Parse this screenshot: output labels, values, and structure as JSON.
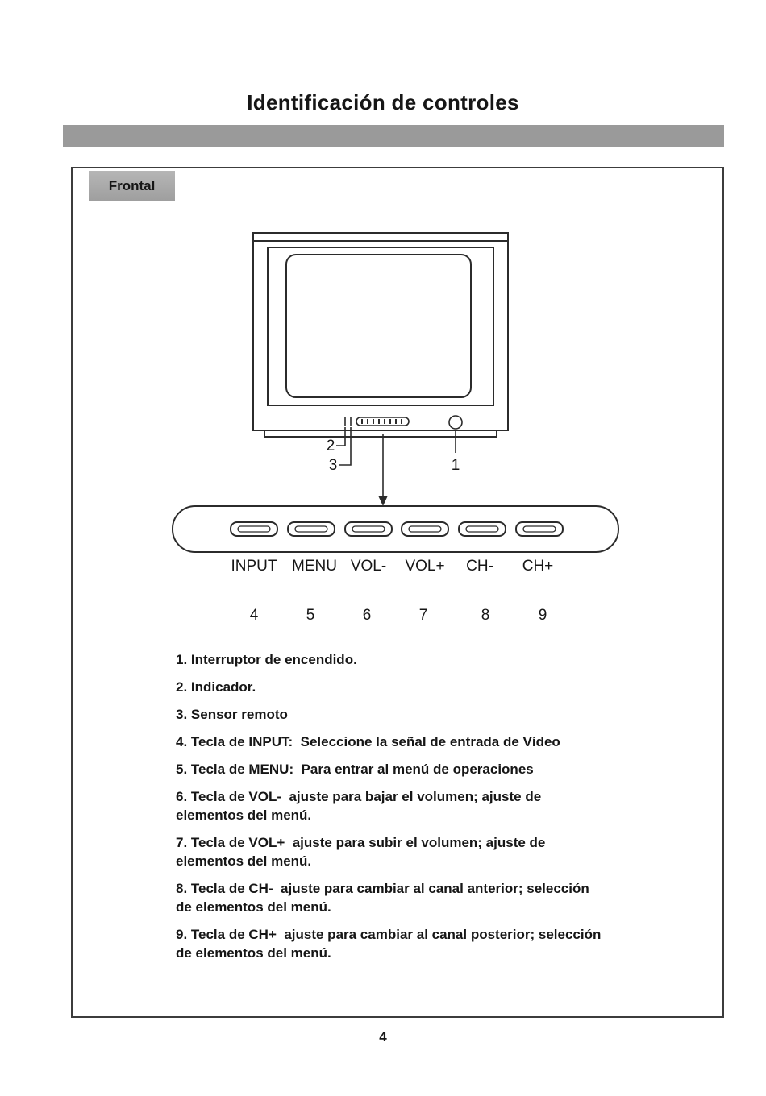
{
  "page": {
    "title": "Identificación de controles",
    "section_label": "Frontal",
    "page_number": "4"
  },
  "colors": {
    "divider_bar_gray": "#9a9a9a",
    "section_label_gray": "#aaaaaa",
    "line_color": "#2b2b2b"
  },
  "diagram": {
    "callout_1": "1",
    "callout_2": "2",
    "callout_3": "3",
    "buttons": [
      {
        "label": "INPUT",
        "number": "4"
      },
      {
        "label": "MENU",
        "number": "5"
      },
      {
        "label": "VOL-",
        "number": "6"
      },
      {
        "label": "VOL+",
        "number": "7"
      },
      {
        "label": "CH-",
        "number": "8"
      },
      {
        "label": "CH+",
        "number": "9"
      }
    ]
  },
  "descriptions": [
    "1. Interruptor de encendido.",
    "2. Indicador.",
    "3. Sensor remoto",
    "4. Tecla de INPUT:  Seleccione la señal de entrada de Vídeo",
    "5. Tecla de MENU:  Para entrar al menú de operaciones",
    "6. Tecla de VOL-  ajuste para bajar el volumen; ajuste de\nelementos del menú.",
    "7. Tecla de VOL+  ajuste para subir el volumen; ajuste de\nelementos del menú.",
    "8. Tecla de CH-  ajuste para cambiar al canal anterior; selección\nde elementos del menú.",
    "9. Tecla de CH+  ajuste para cambiar al canal posterior; selección\nde elementos del menú."
  ]
}
